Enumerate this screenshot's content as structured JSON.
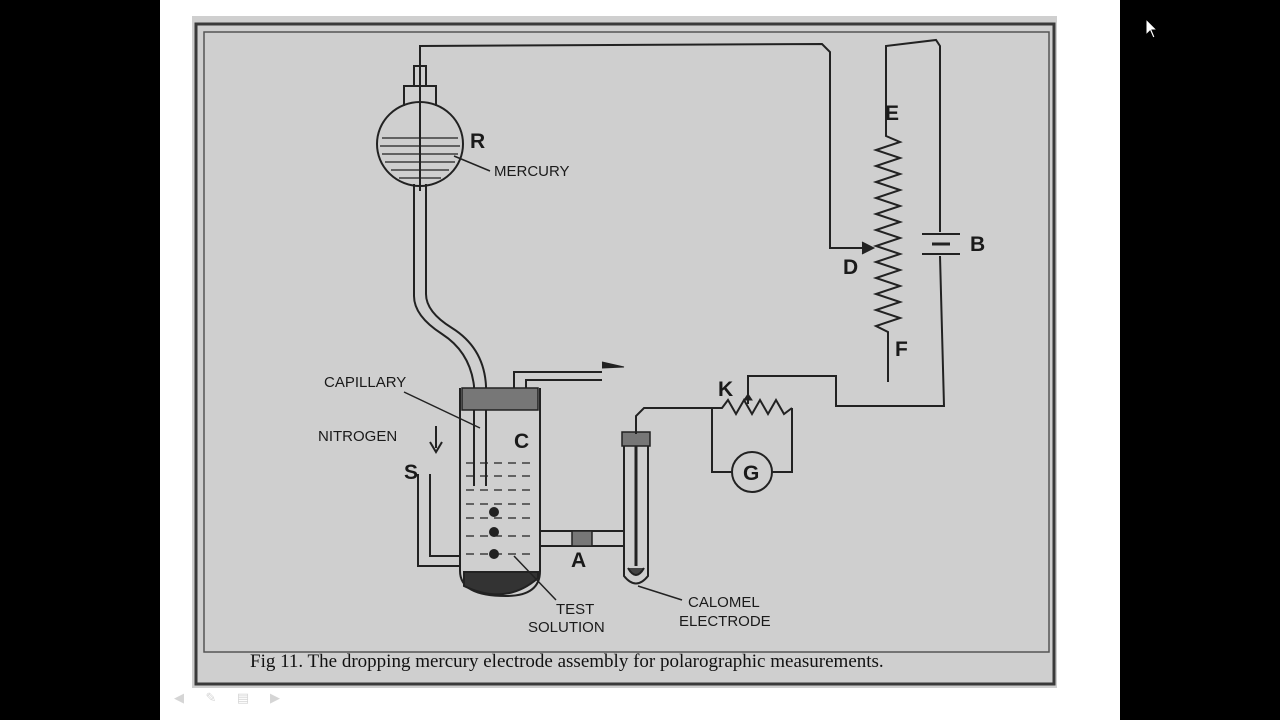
{
  "figure": {
    "labels": {
      "R": "R",
      "mercury": "MERCURY",
      "E": "E",
      "B": "B",
      "D": "D",
      "F": "F",
      "K": "K",
      "G": "G",
      "capillary": "CAPILLARY",
      "nitrogen": "NITROGEN",
      "S": "S",
      "C": "C",
      "A": "A",
      "test_line1": "TEST",
      "test_line2": "SOLUTION",
      "calomel_line1": "CALOMEL",
      "calomel_line2": "ELECTRODE"
    },
    "caption": "Fig 11.  The dropping mercury electrode assembly for polarographic measurements."
  },
  "toolbar": {
    "icons": [
      "previous-slide-icon",
      "pen-icon",
      "slide-menu-icon",
      "next-slide-icon"
    ]
  }
}
